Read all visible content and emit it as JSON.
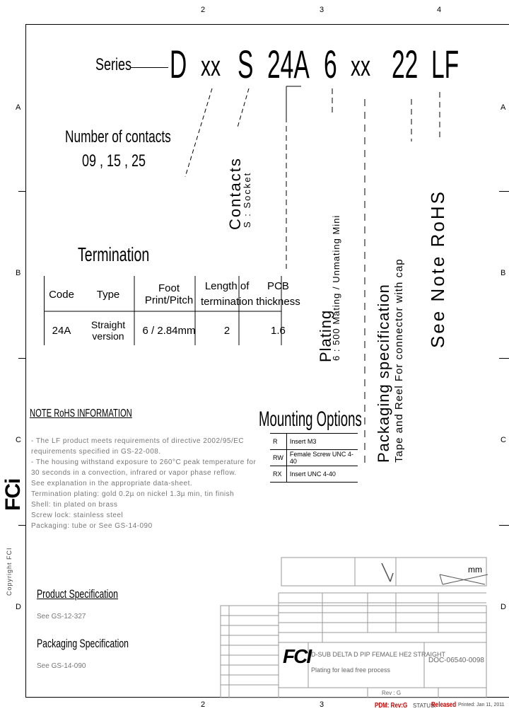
{
  "grid": {
    "top": [
      "2",
      "3",
      "4"
    ],
    "bottom": [
      "2",
      "3"
    ],
    "left": [
      "A",
      "B",
      "C",
      "D"
    ],
    "right": [
      "A",
      "B",
      "C",
      "D"
    ]
  },
  "part_number": {
    "series_label": "Series",
    "segments": [
      "D",
      "xx",
      "S",
      "24A",
      "6",
      "xx",
      "22",
      "LF"
    ]
  },
  "contacts_count": {
    "title": "Number of contacts",
    "values": "09 , 15 , 25"
  },
  "contacts_type": {
    "title": "Contacts",
    "subtitle": "S : Socket"
  },
  "plating": {
    "title": "Plating",
    "subtitle": "6 : 500 Mating / Unmating Mini"
  },
  "packaging": {
    "title": "Packaging specification",
    "subtitle": "Tape and Reel For connector with cap"
  },
  "rohs_side": "See Note RoHS",
  "termination": {
    "title": "Termination",
    "headers": [
      "Code",
      "Type",
      "Foot Print/Pitch",
      "Length of termination",
      "PCB thickness"
    ],
    "row": [
      "24A",
      "Straight version",
      "6 / 2.84mm",
      "2",
      "1.6"
    ]
  },
  "mounting": {
    "title": "Mounting Options",
    "rows": [
      {
        "code": "R",
        "desc": "Insert M3"
      },
      {
        "code": "RW",
        "desc": "Female Screw UNC 4-40"
      },
      {
        "code": "RX",
        "desc": "Insert UNC 4-40"
      }
    ]
  },
  "rohs_note": {
    "title": "NOTE RoHS INFORMATION",
    "lines": [
      "- The LF product meets requirements of directive 2002/95/EC",
      "  requirements specified in GS-22-008.",
      "- The housing withstand exposure to 260°C peak temperature for",
      "  30 seconds in a convection, infrared or vapor phase reflow.",
      "  See explanation in the appropriate data-sheet.",
      "  Termination plating: gold 0.2µ on nickel 1.3µ min, tin finish",
      "  Shell: tin plated on brass",
      "  Screw lock: stainless steel",
      "  Packaging: tube or See GS-14-090"
    ]
  },
  "product_spec": {
    "title": "Product Specification",
    "ref": "See GS-12-327"
  },
  "packaging_spec": {
    "title": "Packaging Specification",
    "ref": "See GS-14-090"
  },
  "title_block": {
    "company": "FCI",
    "description": "D-SUB DELTA D PIP FEMALE HE2 STRAIGHT",
    "description2": "Plating for lead free process",
    "doc_number": "DOC-06540-0098",
    "unit": "mm",
    "status_line": "Rev : G",
    "pdm_label": "PDM: Rev:G",
    "status_label": "STATUS:",
    "status_value": "Released",
    "print_date": "Printed: Jan 11, 2011"
  },
  "copyright": "Copyright FCI",
  "logo_side": "FCi"
}
